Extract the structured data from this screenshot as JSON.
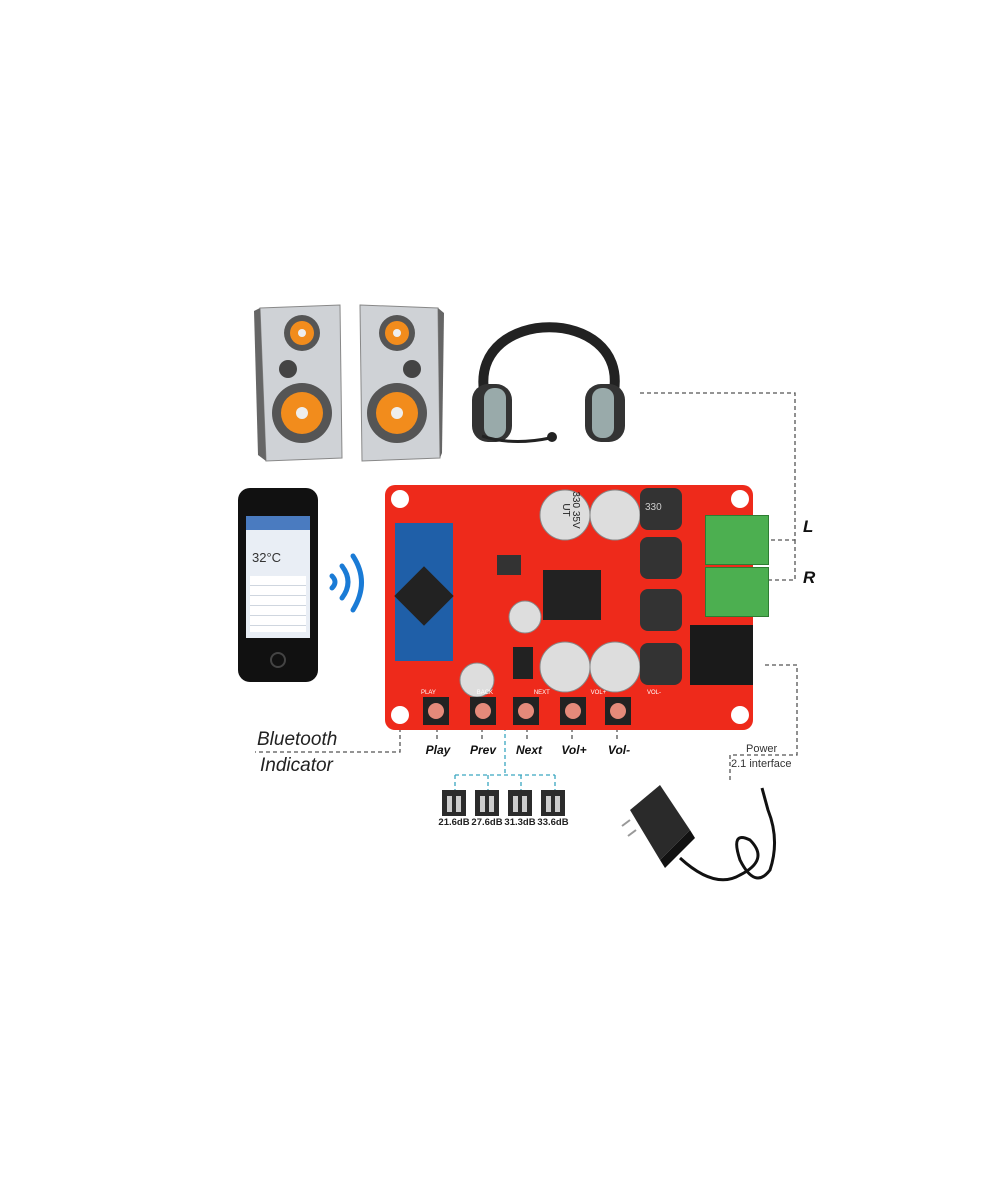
{
  "labels": {
    "bluetooth_line1": "Bluetooth",
    "bluetooth_line2": "Indicator",
    "left_channel": "L",
    "right_channel": "R",
    "power_line1": "Power",
    "power_line2": "2.1 interface"
  },
  "buttons": [
    "Play",
    "Prev",
    "Next",
    "Vol+",
    "Vol-"
  ],
  "board_button_silk": [
    "PLAY",
    "BACK",
    "NEXT",
    "VOL+",
    "VOL-"
  ],
  "gain_settings": [
    "21.6dB",
    "27.6dB",
    "31.3dB",
    "33.6dB"
  ],
  "phone": {
    "temperature": "32°C"
  },
  "capacitor_marking": [
    "330",
    "35V",
    "UT"
  ],
  "inductor_marking": "330",
  "colors": {
    "board": "#ee2a1b",
    "bt_module": "#1f5fa8",
    "terminal": "#4caf50",
    "dashed_line": "#555555",
    "gain_line": "#3aa6c0"
  }
}
